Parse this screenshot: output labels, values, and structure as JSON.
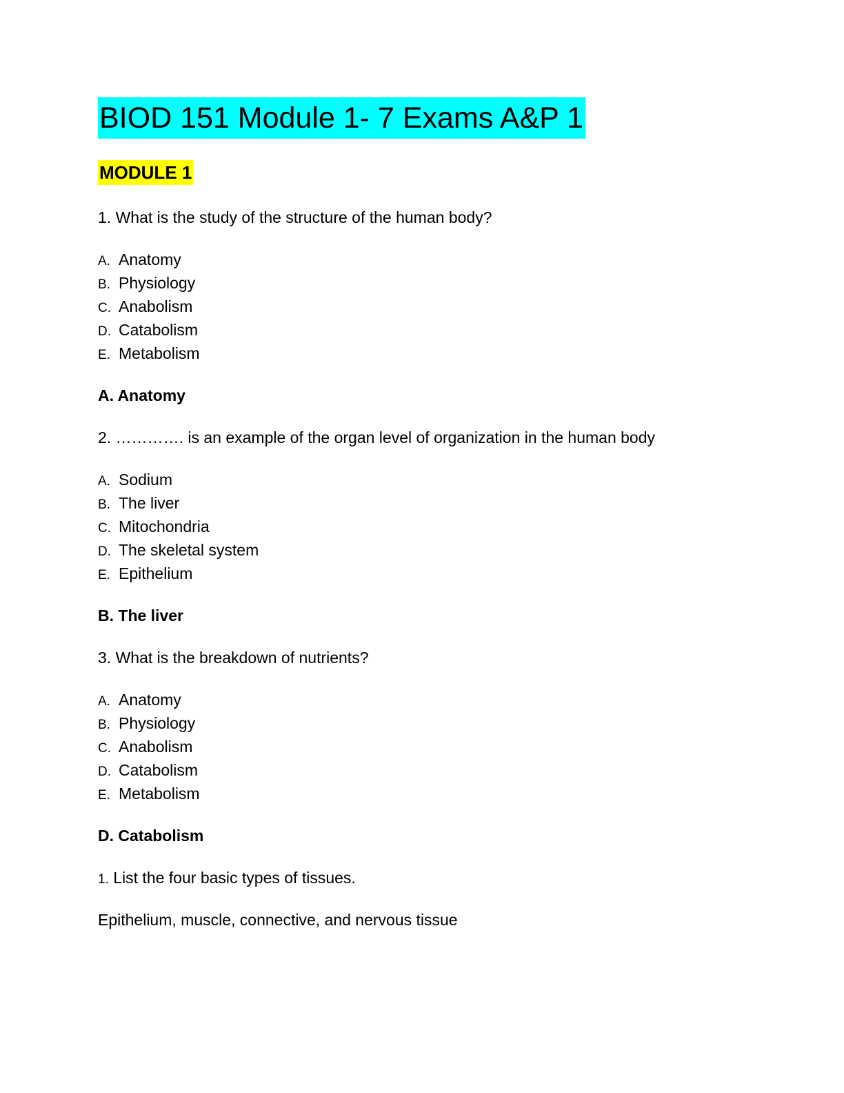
{
  "title": "BIOD 151 Module 1- 7 Exams A&P 1",
  "module_heading": "MODULE 1",
  "questions": [
    {
      "question": "1. What is the study of the structure of the human body?",
      "options": [
        {
          "letter": "A.",
          "text": "Anatomy"
        },
        {
          "letter": "B.",
          "text": "Physiology"
        },
        {
          "letter": "C.",
          "text": "Anabolism"
        },
        {
          "letter": "D.",
          "text": "Catabolism"
        },
        {
          "letter": "E.",
          "text": "Metabolism"
        }
      ],
      "answer": "A. Anatomy"
    },
    {
      "question": "2. …………. is an example of the organ level of organization in the human body",
      "options": [
        {
          "letter": "A.",
          "text": "Sodium"
        },
        {
          "letter": "B.",
          "text": "The liver"
        },
        {
          "letter": "C.",
          "text": "Mitochondria"
        },
        {
          "letter": "D.",
          "text": "The skeletal system"
        },
        {
          "letter": "E.",
          "text": "Epithelium"
        }
      ],
      "answer": "B. The liver"
    },
    {
      "question": "3. What is the breakdown of nutrients?",
      "options": [
        {
          "letter": "A.",
          "text": "Anatomy"
        },
        {
          "letter": "B.",
          "text": "Physiology"
        },
        {
          "letter": "C.",
          "text": "Anabolism"
        },
        {
          "letter": "D.",
          "text": "Catabolism"
        },
        {
          "letter": "E.",
          "text": "Metabolism"
        }
      ],
      "answer": "D. Catabolism"
    }
  ],
  "short_answer": {
    "number": "1.",
    "question": "List the four basic types of tissues.",
    "answer": "Epithelium, muscle, connective, and nervous tissue"
  },
  "colors": {
    "title_highlight": "#00ffff",
    "module_highlight": "#ffff00"
  }
}
